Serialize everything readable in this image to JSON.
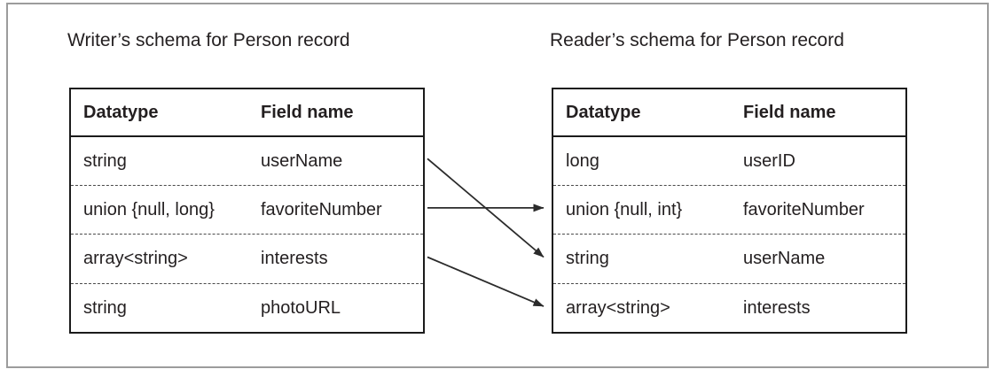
{
  "writer": {
    "title": "Writer’s schema for Person record",
    "headers": {
      "datatype": "Datatype",
      "field_name": "Field name"
    },
    "rows": [
      {
        "datatype": "string",
        "field": "userName"
      },
      {
        "datatype": "union {null, long}",
        "field": "favoriteNumber"
      },
      {
        "datatype": "array<string>",
        "field": "interests"
      },
      {
        "datatype": "string",
        "field": "photoURL"
      }
    ]
  },
  "reader": {
    "title": "Reader’s schema for Person record",
    "headers": {
      "datatype": "Datatype",
      "field_name": "Field name"
    },
    "rows": [
      {
        "datatype": "long",
        "field": "userID"
      },
      {
        "datatype": "union {null, int}",
        "field": "favoriteNumber"
      },
      {
        "datatype": "string",
        "field": "userName"
      },
      {
        "datatype": "array<string>",
        "field": "interests"
      }
    ]
  },
  "arrows": [
    {
      "from_field": "userName",
      "from_row": 0,
      "to_field": "userName",
      "to_row": 2
    },
    {
      "from_field": "favoriteNumber",
      "from_row": 1,
      "to_field": "favoriteNumber",
      "to_row": 1
    },
    {
      "from_field": "interests",
      "from_row": 2,
      "to_field": "interests",
      "to_row": 3
    }
  ],
  "colors": {
    "text": "#231f20",
    "table_border": "#1b1b1b",
    "dashed_separator": "#4a4a4a",
    "outer_frame": "#9c9c9c",
    "arrow": "#2b2b2b",
    "background": "#ffffff"
  }
}
